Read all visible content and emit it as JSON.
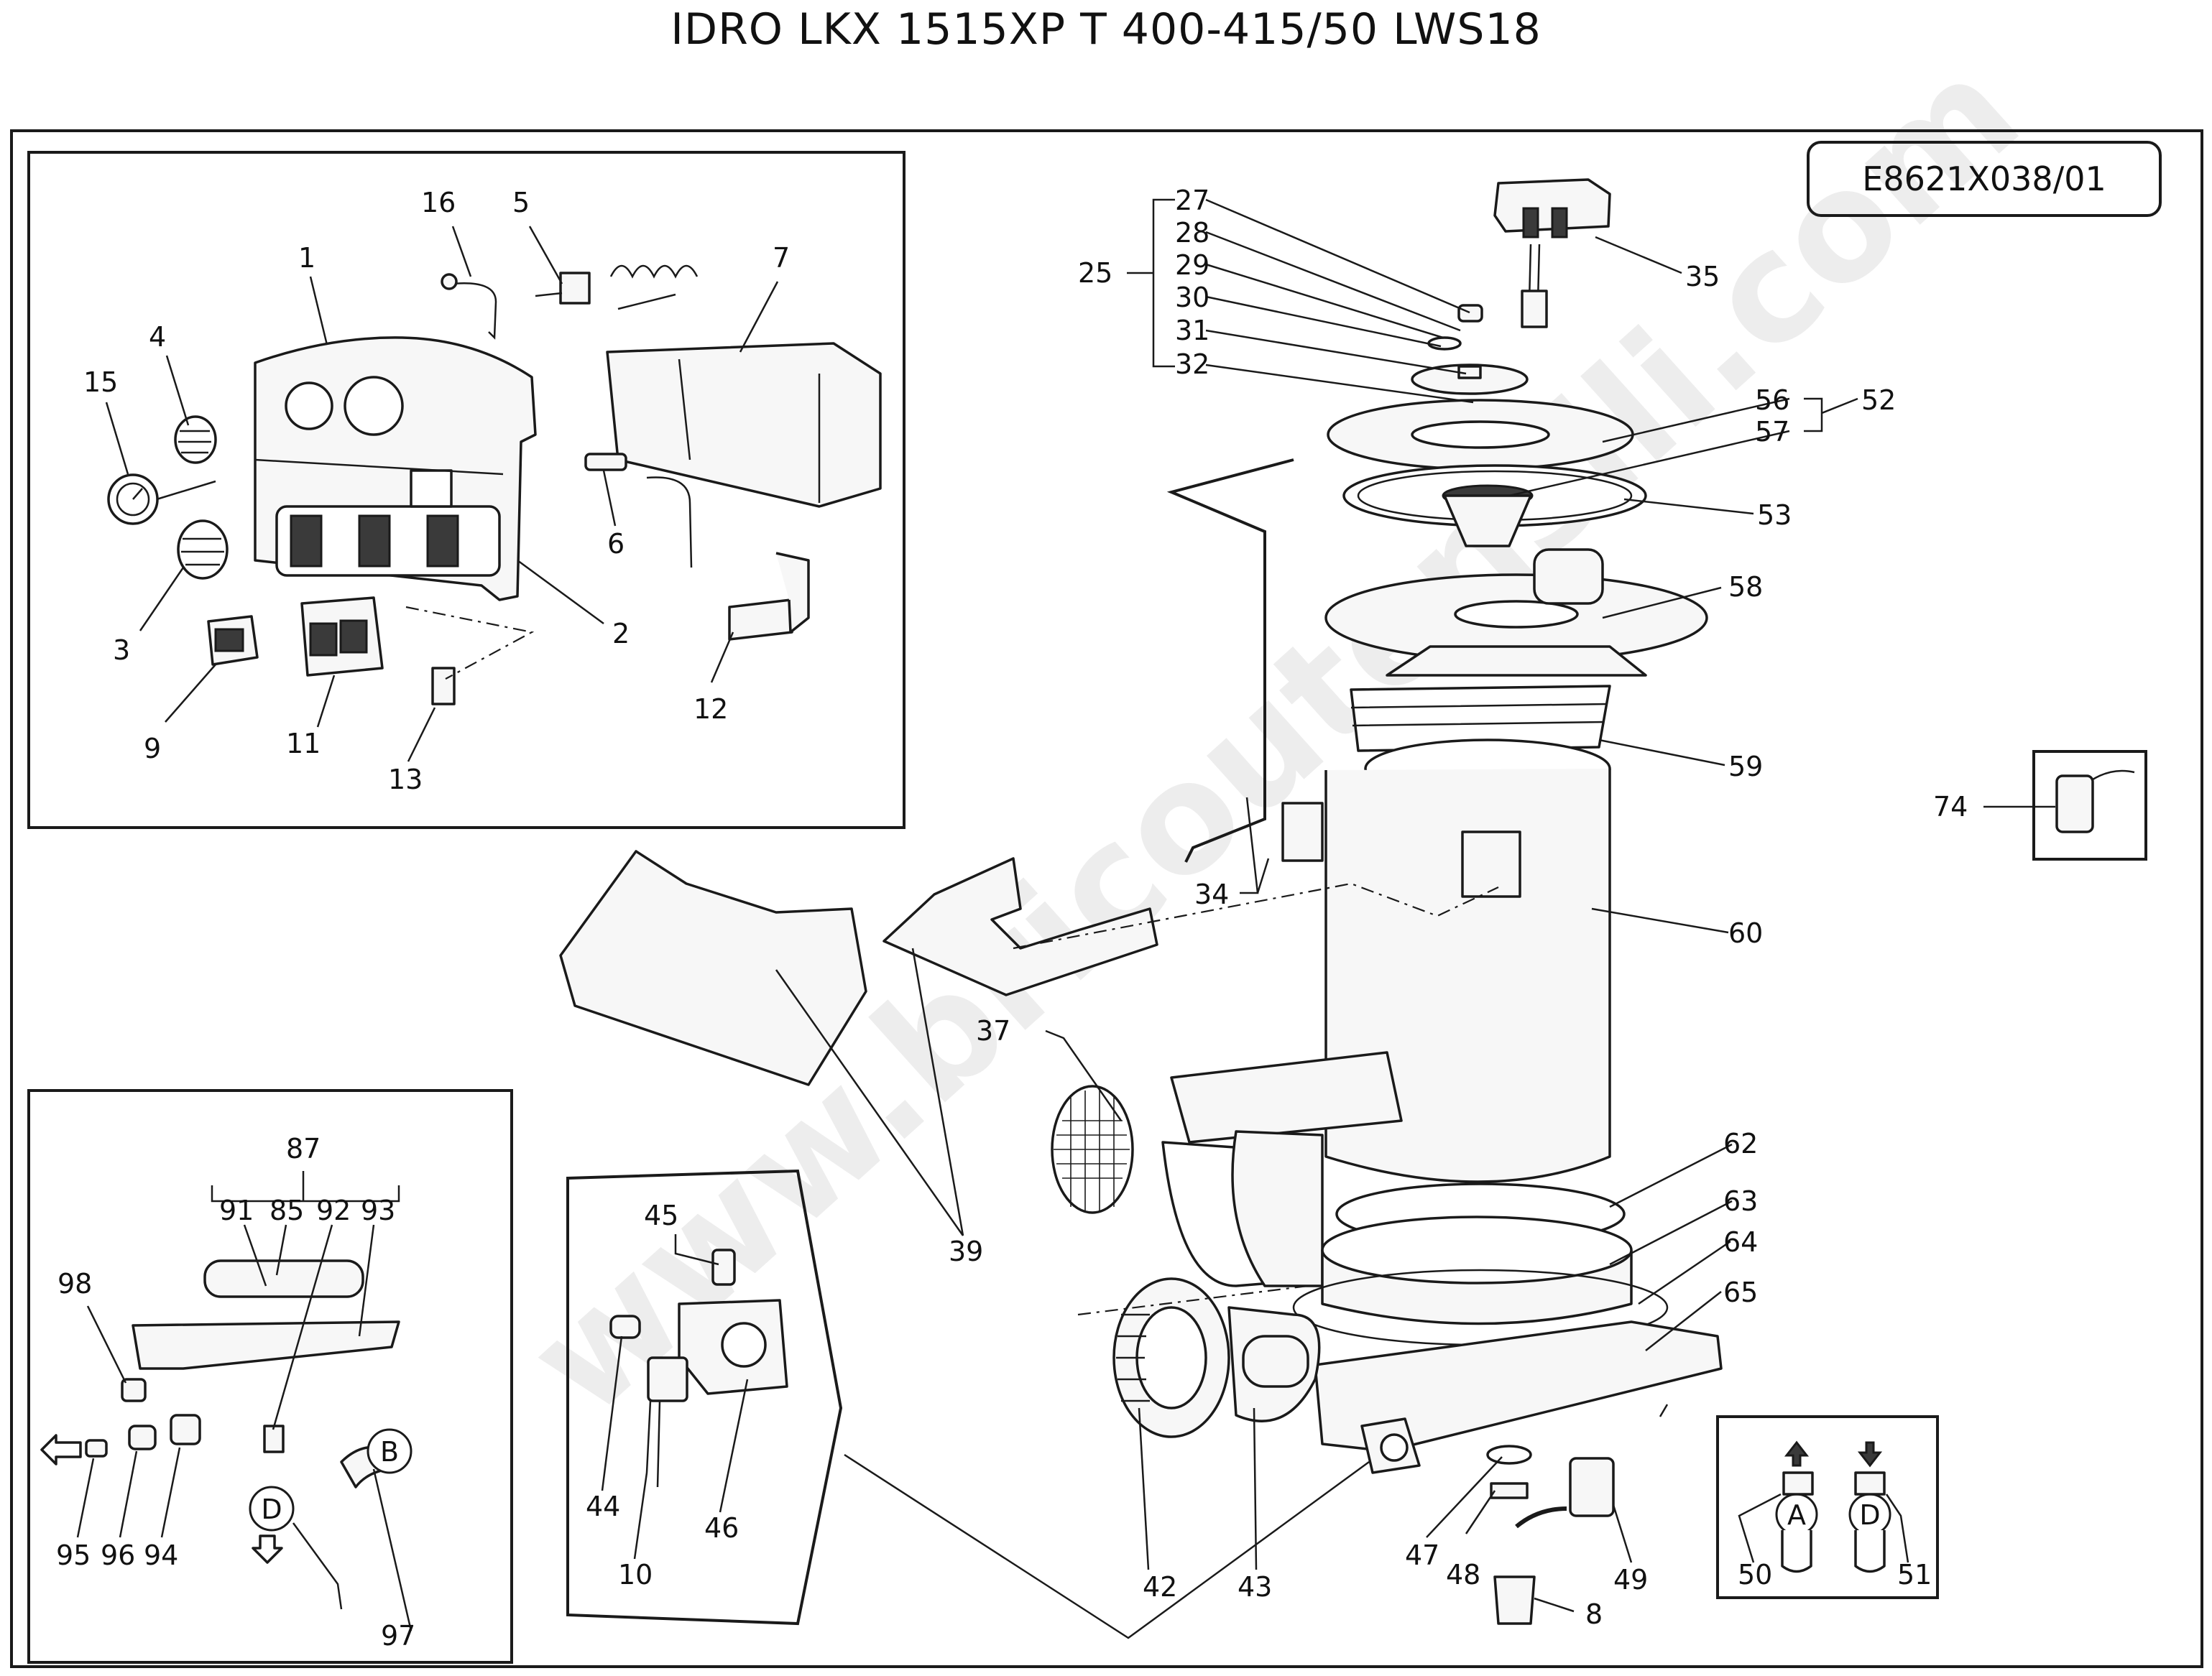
{
  "title": "IDRO LKX 1515XP T 400-415/50 LWS18",
  "ref_code": "E8621X038/01",
  "watermark": "www.bricoutensili.com",
  "callouts": {
    "a": "A",
    "b": "B",
    "d1": "D",
    "d2": "D"
  },
  "labels": {
    "p1": "1",
    "p2": "2",
    "p3": "3",
    "p4": "4",
    "p5": "5",
    "p6": "6",
    "p7": "7",
    "p8": "8",
    "p9": "9",
    "p10": "10",
    "p11": "11",
    "p12": "12",
    "p13": "13",
    "p15": "15",
    "p16": "16",
    "p25": "25",
    "p27": "27",
    "p28": "28",
    "p29": "29",
    "p30": "30",
    "p31": "31",
    "p32": "32",
    "p34": "34",
    "p35": "35",
    "p37": "37",
    "p39": "39",
    "p42": "42",
    "p43": "43",
    "p44": "44",
    "p45": "45",
    "p46": "46",
    "p47": "47",
    "p48": "48",
    "p49": "49",
    "p50": "50",
    "p51": "51",
    "p52": "52",
    "p53": "53",
    "p56": "56",
    "p57": "57",
    "p58": "58",
    "p59": "59",
    "p60": "60",
    "p62": "62",
    "p63": "63",
    "p64": "64",
    "p65": "65",
    "p74": "74",
    "p85": "85",
    "p87": "87",
    "p91": "91",
    "p92": "92",
    "p93": "93",
    "p94": "94",
    "p95": "95",
    "p96": "96",
    "p97": "97",
    "p98": "98",
    "p10b": "10"
  }
}
